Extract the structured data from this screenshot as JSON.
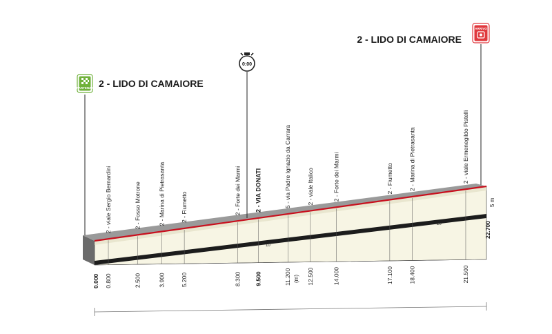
{
  "profile": {
    "start": {
      "label": "2 - LIDO DI CAMAIORE",
      "icon": "partenza-flag-icon",
      "icon_text": "PARTENZA",
      "color": "#6fb13a"
    },
    "finish": {
      "label": "2 - LIDO DI CAMAIORE",
      "icon": "arrivo-finish-icon",
      "icon_text": "ARRIVO",
      "color": "#e0383d"
    },
    "time_check": {
      "icon": "stopwatch-icon",
      "label": "0:00"
    },
    "route_color": "#c8101e",
    "waypoints": [
      {
        "label": "2 - viale Sergio Bernardini",
        "km": 0.8,
        "km_label": "0.800"
      },
      {
        "label": "2 - Fosso Motrone",
        "km": 2.5,
        "km_label": "2.500"
      },
      {
        "label": "2 - Marina di Pietrasanta",
        "km": 3.9,
        "km_label": "3.900"
      },
      {
        "label": "2 - Fiumetto",
        "km": 5.2,
        "km_label": "5.200"
      },
      {
        "label": "2 - Forte dei Marmi",
        "km": 8.3,
        "km_label": "8.300"
      },
      {
        "label": "2 - VIA DONATI",
        "km": 9.5,
        "km_label": "9.500",
        "bold": true
      },
      {
        "label": "5 - via Padre Ignazio da Carrara",
        "km": 11.2,
        "km_label": "11.200"
      },
      {
        "label": "2 - viale Italico",
        "km": 12.5,
        "km_label": "12.500"
      },
      {
        "label": "2 - Forte dei Marmi",
        "km": 14.0,
        "km_label": "14.000"
      },
      {
        "label": "2 - Fiumetto",
        "km": 17.1,
        "km_label": "17.100"
      },
      {
        "label": "2 - Marina di Pietrasanta",
        "km": 18.4,
        "km_label": "18.400"
      },
      {
        "label": "2 - viale Ermenegildo Pistelli",
        "km": 21.5,
        "km_label": "21.500"
      }
    ],
    "start_km_label": "0.000",
    "finish_km_label": "22.700",
    "total_km": 22.7,
    "km_markers": [
      "10",
      "20"
    ],
    "finish_elevation_label": "5 m",
    "footer_unit": "(m)"
  }
}
